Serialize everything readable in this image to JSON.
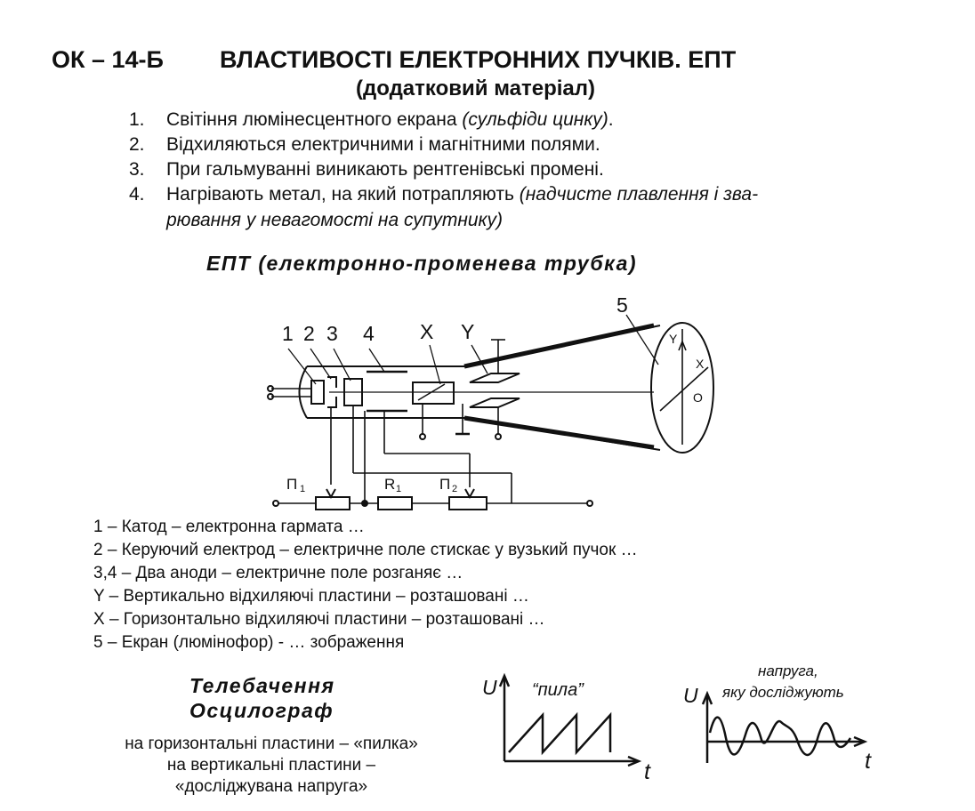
{
  "header": {
    "code": "ОК – 14-Б",
    "title": "ВЛАСТИВОСТІ ЕЛЕКТРОННИХ ПУЧКІВ.  ЕПТ",
    "subtitle": "(додатковий матеріал)"
  },
  "properties": [
    {
      "num": "1.",
      "text": "Світіння люмінесцентного екрана ",
      "note": "(сульфіди цинку)",
      "tail": "."
    },
    {
      "num": "2.",
      "text": "Відхиляються електричними і магнітними полями."
    },
    {
      "num": "3.",
      "text": "При гальмуванні виникають рентгенівські промені."
    },
    {
      "num": "4.",
      "text": "Нагрівають метал, на який потрапляють ",
      "note": "(надчисте плавлення і зва-",
      "note2": "рювання у невагомості на супутнику)"
    }
  ],
  "crt": {
    "title": "ЕПТ (електронно-променева трубка)",
    "labels": {
      "l1": "1",
      "l2": "2",
      "l3": "3",
      "l4": "4",
      "lx": "X",
      "ly": "Y",
      "l5": "5",
      "screen_y": "Y",
      "screen_x": "X",
      "screen_o": "O",
      "p1": "П",
      "p1_sub": "1",
      "r1": "R",
      "r1_sub": "1",
      "p2": "П",
      "p2_sub": "2"
    }
  },
  "legend": [
    "1 – Катод – електронна гармата …",
    "2 – Керуючий електрод – електричне поле стискає у вузький пучок …",
    "3,4 – Два аноди – електричне поле розганяє …",
    "Y – Вертикально відхиляючі пластини – розташовані …",
    "X – Горизонтально відхиляючі пластини – розташовані …",
    "5 – Екран (люмінофор) - … зображення"
  ],
  "apps": {
    "tv": "Телебачення",
    "osc": "Осцилограф",
    "line1": "на горизонтальні пластини – «пилка»",
    "line2": "на вертикальні пластини –",
    "line3": "«досліджувана напруга»"
  },
  "graph1": {
    "axis_u": "U",
    "axis_t": "t",
    "label": "“пила”"
  },
  "graph2": {
    "axis_u": "U",
    "axis_t": "t",
    "label1": "напруга,",
    "label2": "яку досліджують"
  }
}
